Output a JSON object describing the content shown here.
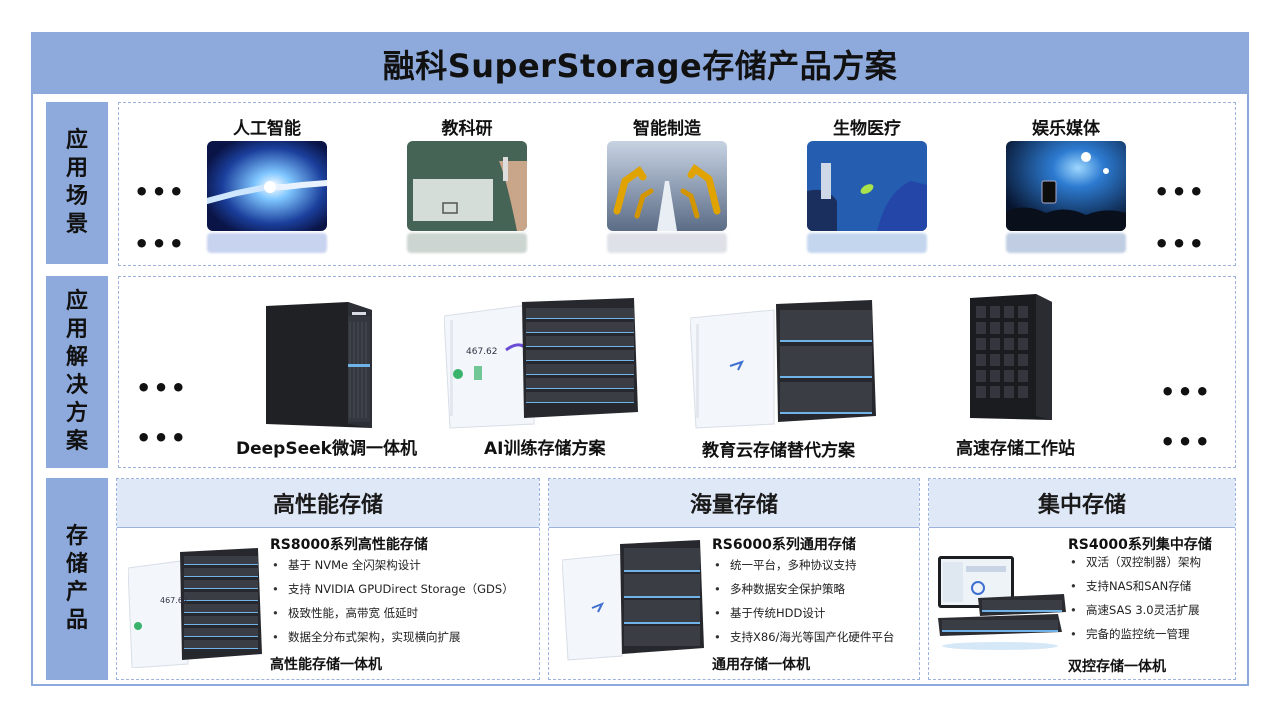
{
  "title": "融科SuperStorage存储产品方案",
  "rows": {
    "scenes": {
      "label": [
        "应",
        "用",
        "场",
        "景"
      ]
    },
    "solutions": {
      "label": [
        "应",
        "用",
        "解",
        "决",
        "方",
        "案"
      ]
    },
    "products": {
      "label": [
        "存",
        "储",
        "产",
        "品"
      ]
    }
  },
  "more": "•••",
  "scenes": [
    {
      "label": "人工智能",
      "icon": "ai-hand-image"
    },
    {
      "label": "教科研",
      "icon": "classroom-board-image"
    },
    {
      "label": "智能制造",
      "icon": "robot-arm-factory-image"
    },
    {
      "label": "生物医疗",
      "icon": "lab-microscope-image"
    },
    {
      "label": "娱乐媒体",
      "icon": "concert-stage-image"
    }
  ],
  "solutions": [
    {
      "label": "DeepSeek微调一体机"
    },
    {
      "label": "AI训练存储方案",
      "screen_value": "467.62"
    },
    {
      "label": "教育云存储替代方案"
    },
    {
      "label": "高速存储工作站"
    }
  ],
  "products": [
    {
      "category": "高性能存储",
      "series": "RS8000系列高性能存储",
      "features": [
        "基于 NVMe 全闪架构设计",
        "支持 NVIDIA  GPUDirect Storage（GDS）",
        "极致性能，高带宽 低延时",
        "数据全分布式架构，实现横向扩展"
      ],
      "footer": "高性能存储一体机",
      "screen_value": "467.62"
    },
    {
      "category": "海量存储",
      "series": "RS6000系列通用存储",
      "features": [
        "统一平台，多种协议支持",
        "多种数据安全保护策略",
        "基于传统HDD设计",
        "支持X86/海光等国产化硬件平台"
      ],
      "footer": "通用存储一体机"
    },
    {
      "category": "集中存储",
      "series": "RS4000系列集中存储",
      "features": [
        "双活（双控制器）架构",
        "支持NAS和SAN存储",
        "高速SAS 3.0灵活扩展",
        "完备的监控统一管理"
      ],
      "footer": "双控存储一体机"
    }
  ],
  "colors": {
    "accent": "#8eaadc",
    "header_light": "#dfe8f7",
    "dash": "#9db3dd",
    "server": "#2b2d31",
    "led": "#6fb3e8"
  }
}
